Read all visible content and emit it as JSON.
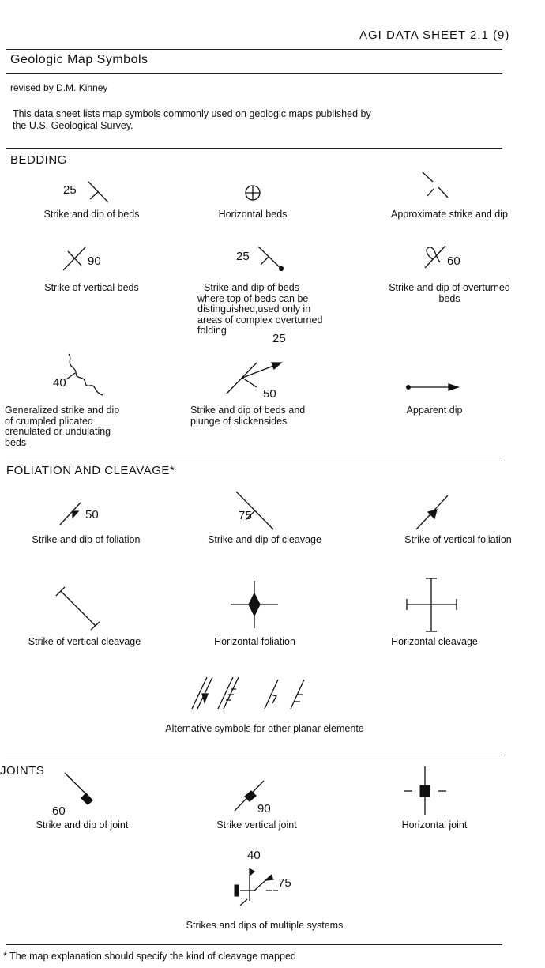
{
  "header": {
    "sheet_id": "AGI DATA SHEET 2.1",
    "page_no": "(9)"
  },
  "doc": {
    "title": "Geologic Map Symbols",
    "revised_by": "revised by D.M. Kinney",
    "intro_line1": "This data sheet lists map symbols commonly used on geologic maps published by",
    "intro_line2": "the U.S. Geological Survey."
  },
  "bedding": {
    "heading": "BEDDING",
    "items": [
      {
        "caption": "Strike and dip of  beds",
        "value": "25"
      },
      {
        "caption": "Horizontal beds"
      },
      {
        "caption": "Approximate strike and dip"
      },
      {
        "caption": "Strike of vertical beds",
        "value": "90"
      },
      {
        "caption_lines": [
          "Strike and dip of beds",
          "where top of beds can be",
          "distinguished,used only in",
          "areas of complex overturned",
          "folding"
        ],
        "value": "25"
      },
      {
        "caption_lines": [
          "Strike and dip of overturned",
          "beds"
        ],
        "value": "60"
      },
      {
        "caption_lines": [
          "Generalized strike and dip",
          "of crumpled  plicated",
          "crenulated  or undulating",
          "beds"
        ],
        "value": "40"
      },
      {
        "caption_lines": [
          "Strike and dip of beds and",
          "plunge of  slickensides"
        ],
        "value_a": "25",
        "value_b": "50"
      },
      {
        "caption": "Apparent dip"
      }
    ]
  },
  "foliation": {
    "heading": "FOLIATION AND CLEAVAGE*",
    "items": [
      {
        "caption": "Strike and dip of foliation",
        "value": "50"
      },
      {
        "caption": "Strike and dip of cleavage",
        "value": "75"
      },
      {
        "caption": "Strike of vertical foliation"
      },
      {
        "caption": "Strike of vertical cleavage"
      },
      {
        "caption": "Horizontal foliation"
      },
      {
        "caption": "Horizontal cleavage"
      },
      {
        "caption": "Alternative symbols for other planar elemente"
      }
    ]
  },
  "joints": {
    "heading": "JOINTS",
    "items": [
      {
        "caption": "Strike and dip of joint",
        "value": "60"
      },
      {
        "caption": "Strike vertical joint",
        "value": "90"
      },
      {
        "caption": "Horizontal joint"
      },
      {
        "caption": "Strikes and dips of multiple systems",
        "value_a": "40",
        "value_b": "75"
      }
    ]
  },
  "footnote": "* The map explanation should specify the kind of cleavage mapped"
}
